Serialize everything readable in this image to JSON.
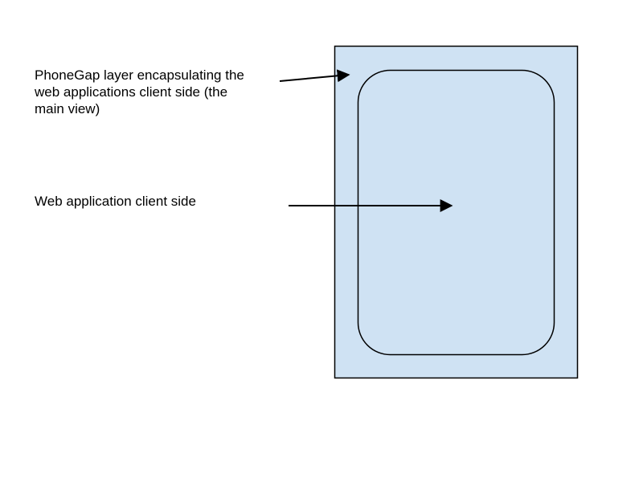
{
  "labels": {
    "phonegap_line1": "PhoneGap layer encapsulating the",
    "phonegap_line2": "web applications client side (the",
    "phonegap_line3": "main view)",
    "webapp": "Web application client side"
  },
  "colors": {
    "container_fill": "#cfe2f3",
    "stroke": "#000000"
  }
}
